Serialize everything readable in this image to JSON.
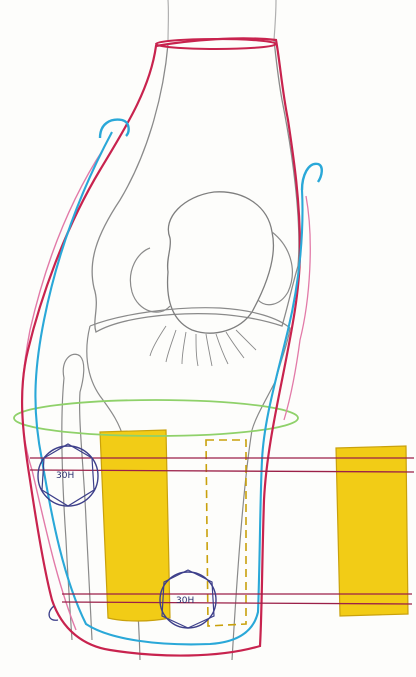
{
  "figure": {
    "type": "hand-drawn knee joint sketch",
    "colors": {
      "outer_contour": "#c8234e",
      "inner_contour": "#2aa8d8",
      "bone_outline": "#8a8a8a",
      "tissue_line": "#e27aa8",
      "yellow_block": "#f2cc16",
      "yellow_block_edge": "#c9a10c",
      "green_band": "#8fd16a",
      "crossbar": "#9b2048",
      "fastener": "#3d3f8a",
      "dashed_insert": "#c9a10c"
    }
  },
  "labels": {
    "fastener_upper_left": "30H",
    "fastener_lower_middle": "30H"
  }
}
